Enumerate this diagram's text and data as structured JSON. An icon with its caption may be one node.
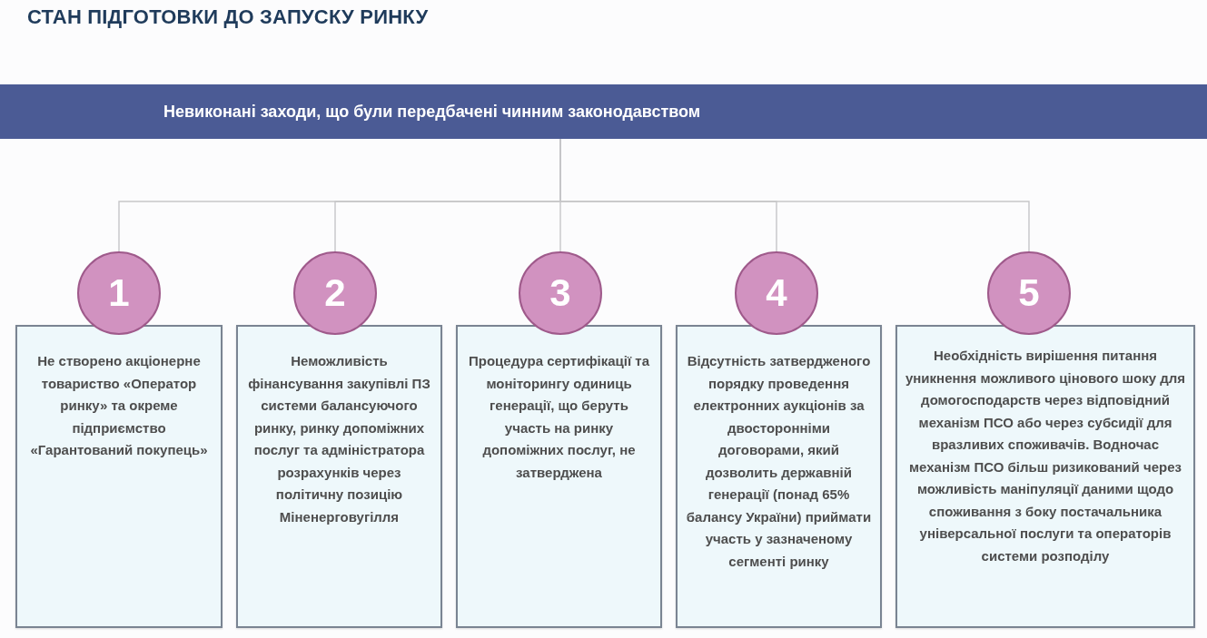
{
  "diagram": {
    "title": "СТАН ПІДГОТОВКИ ДО ЗАПУСКУ РИНКУ",
    "nodes": [
      {
        "text": [
          "Невиконані заходи, що були передбачені чинним законодавством"
        ]
      },
      {
        "text": [
          "1"
        ]
      },
      {
        "text": [
          "2"
        ]
      },
      {
        "text": [
          "3"
        ]
      },
      {
        "text": [
          "4"
        ]
      },
      {
        "text": [
          "5"
        ]
      },
      {
        "text": [
          "Не створено акціонерне товариство «Оператор ринку» та окреме підприємство «Гарантований покупець»"
        ]
      },
      {
        "text": [
          "Неможливість фінансування закупівлі ПЗ системи балансуючого ринку, ринку допоміжних послуг та адміністратора розрахунків через політичну позицію Міненерговугілля"
        ]
      },
      {
        "text": [
          "Процедура сертифікації та моніторингу одиниць генерації, що беруть участь на ринку допоміжних послуг, не затверджена"
        ]
      },
      {
        "text": [
          "Відсутність затвердженого порядку проведення електронних аукціонів за двосторонніми договорами, який дозволить державній генерації (понад 65% балансу України) приймати участь у зазначеному сегменті ринку"
        ]
      },
      {
        "text": [
          "Необхідність вирішення питання уникнення можливого цінового шоку для домогосподарств через відповідний механізм ПСО або через субсидії для вразливих споживачів. Водночас механізм ПСО більш ризикований через можливість маніпуляції даними щодо споживання з боку постачальника універсальної послуги та операторів системи розподілу"
        ]
      }
    ],
    "edges": [
      {
        "from": 0,
        "to": 1,
        "arrow": "none"
      },
      {
        "from": 0,
        "to": 2,
        "arrow": "none"
      },
      {
        "from": 0,
        "to": 3,
        "arrow": "none"
      },
      {
        "from": 0,
        "to": 4,
        "arrow": "none"
      },
      {
        "from": 0,
        "to": 5,
        "arrow": "none"
      }
    ]
  }
}
